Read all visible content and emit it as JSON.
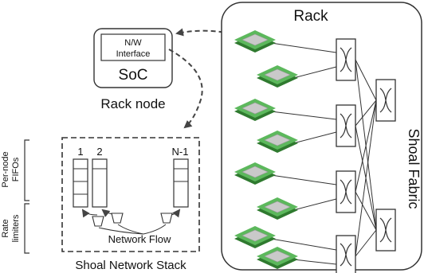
{
  "rack": {
    "title": "Rack",
    "fabric_label": "Shoal Fabric",
    "node_count": 8,
    "switch_count": 6
  },
  "soc": {
    "interface_line1": "N/W",
    "interface_line2": "Interface",
    "label": "SoC",
    "caption": "Rack node"
  },
  "stack": {
    "caption": "Shoal Network Stack",
    "fifo_side_line1": "Per-node",
    "fifo_side_line2": "FIFOs",
    "rate_side_line1": "Rate",
    "rate_side_line2": "limiters",
    "fifo_labels": [
      "1",
      "2",
      "N-1"
    ],
    "flow_label": "Network Flow"
  },
  "colors": {
    "stroke": "#333333",
    "chip_green": "#5cb85c",
    "chip_green_dark": "#2f7a2f",
    "chip_die": "#c9c9c9",
    "dash": "#444444"
  },
  "icons": {
    "node": "chip-icon",
    "switch": "crossbar-switch-icon",
    "limiter": "rate-limiter-icon"
  }
}
